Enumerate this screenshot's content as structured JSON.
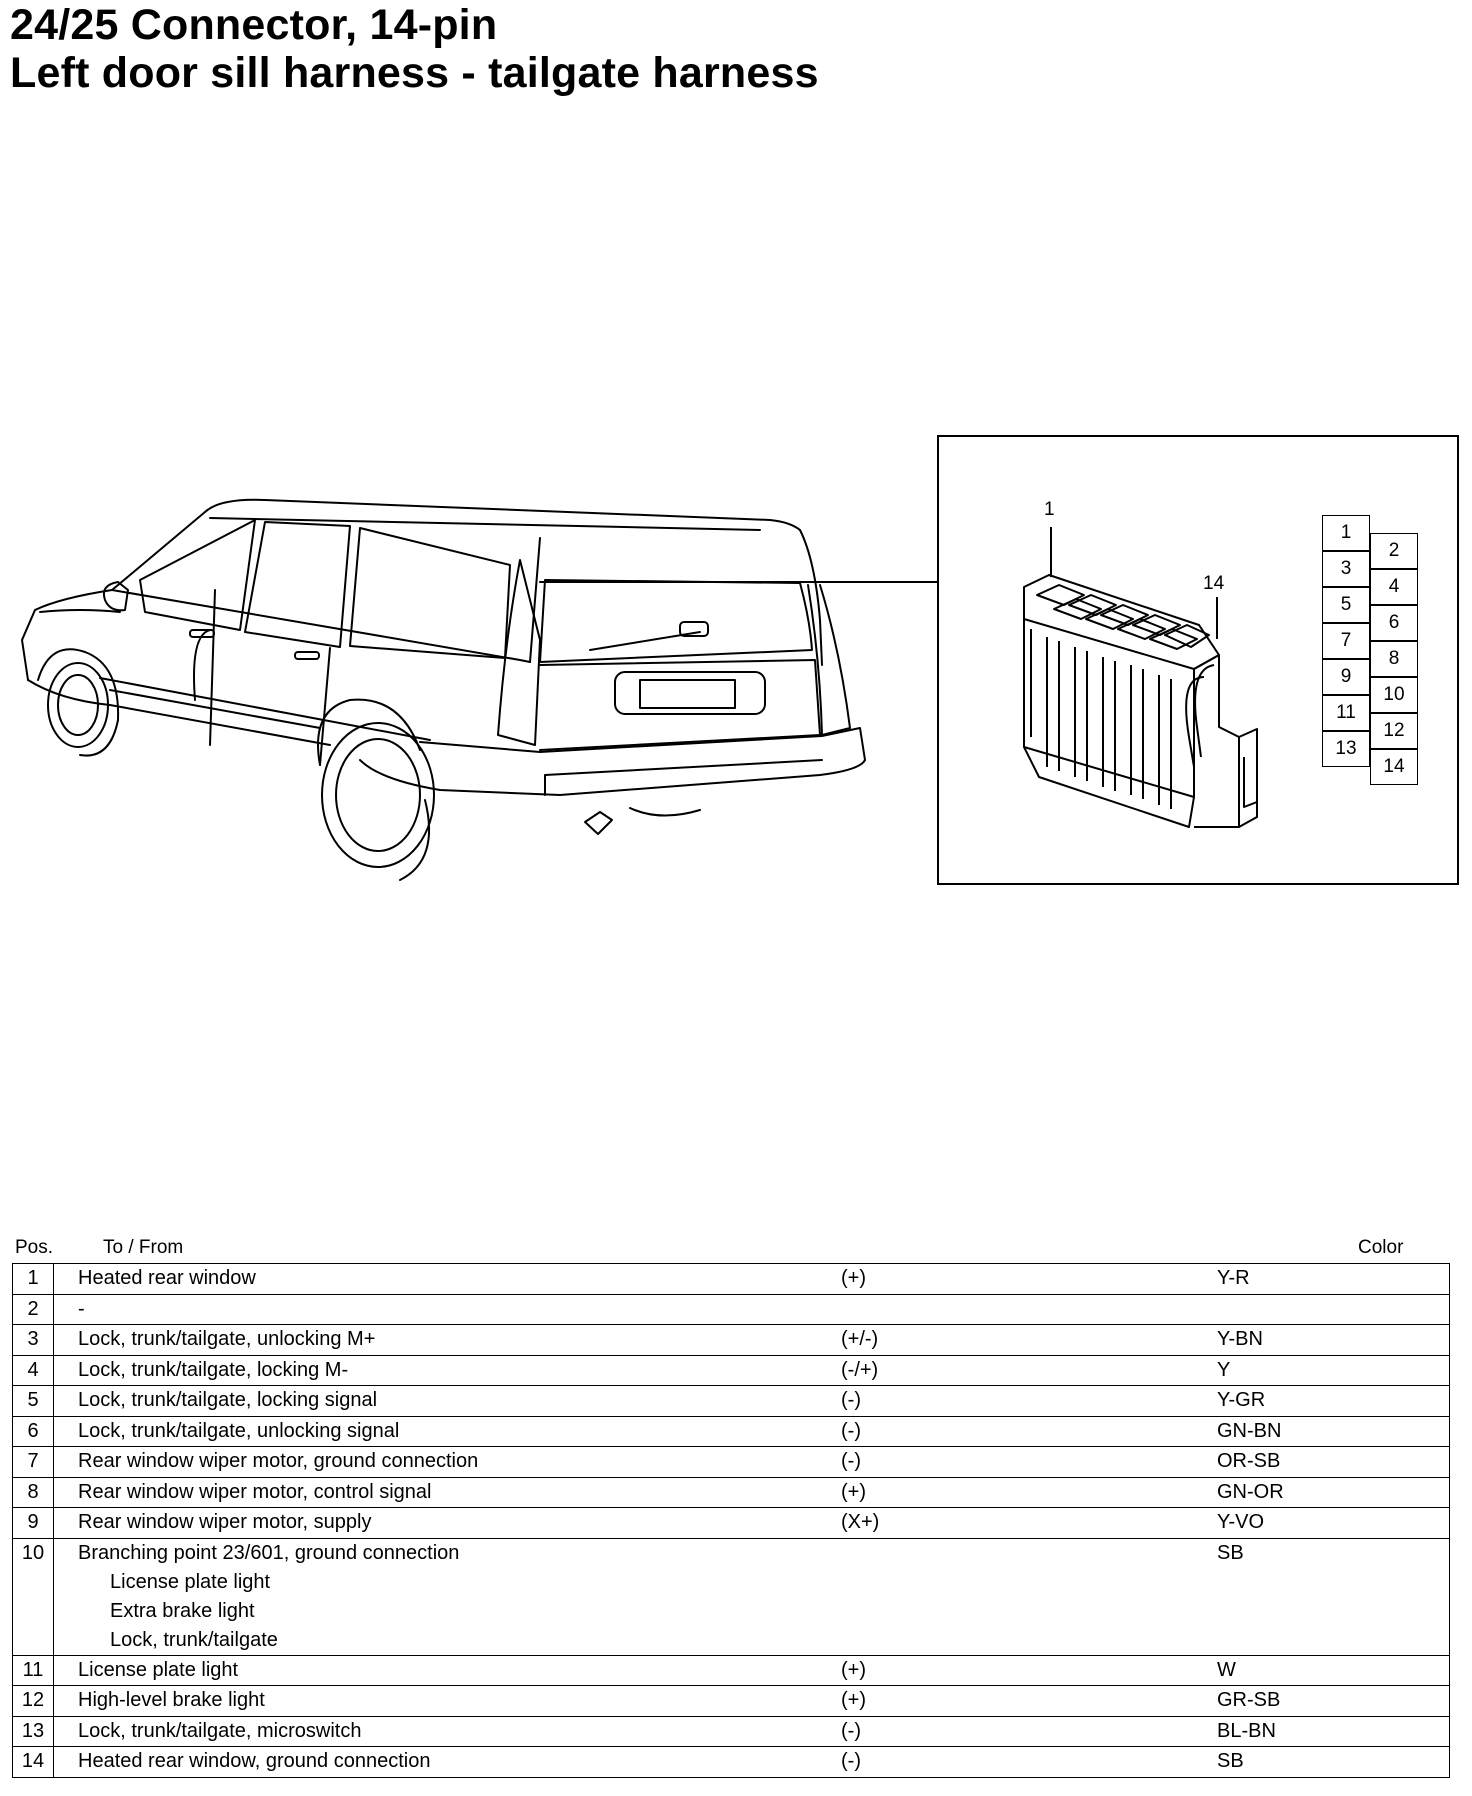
{
  "title": {
    "line1": "24/25 Connector, 14-pin",
    "line2": "Left door sill harness - tailgate harness"
  },
  "connector": {
    "pin_label_1": "1",
    "pin_label_14": "14",
    "grid_left": [
      "1",
      "3",
      "5",
      "7",
      "9",
      "11",
      "13"
    ],
    "grid_right": [
      "2",
      "4",
      "6",
      "8",
      "10",
      "12",
      "14"
    ]
  },
  "table": {
    "headers": {
      "pos": "Pos.",
      "to_from": "To / From",
      "color": "Color"
    },
    "rows": [
      {
        "pos": "1",
        "to_from": "Heated rear window",
        "polarity": "(+)",
        "color": "Y-R"
      },
      {
        "pos": "2",
        "to_from": "-",
        "polarity": "",
        "color": ""
      },
      {
        "pos": "3",
        "to_from": "Lock, trunk/tailgate, unlocking M+",
        "polarity": "(+/-)",
        "color": "Y-BN"
      },
      {
        "pos": "4",
        "to_from": "Lock, trunk/tailgate, locking M-",
        "polarity": "(-/+)",
        "color": "Y"
      },
      {
        "pos": "5",
        "to_from": "Lock, trunk/tailgate, locking signal",
        "polarity": "(-)",
        "color": "Y-GR"
      },
      {
        "pos": "6",
        "to_from": "Lock, trunk/tailgate, unlocking signal",
        "polarity": "(-)",
        "color": "GN-BN"
      },
      {
        "pos": "7",
        "to_from": "Rear window wiper motor, ground connection",
        "polarity": "(-)",
        "color": "OR-SB"
      },
      {
        "pos": "8",
        "to_from": "Rear window wiper motor, control signal",
        "polarity": "(+)",
        "color": "GN-OR"
      },
      {
        "pos": "9",
        "to_from": "Rear window wiper motor, supply",
        "polarity": "(X+)",
        "color": "Y-VO"
      },
      {
        "pos": "10",
        "to_from": "Branching point 23/601, ground connection",
        "polarity": "",
        "color": "SB",
        "sub": [
          "License plate light",
          "Extra brake light",
          "Lock, trunk/tailgate"
        ]
      },
      {
        "pos": "11",
        "to_from": "License plate light",
        "polarity": "(+)",
        "color": "W"
      },
      {
        "pos": "12",
        "to_from": "High-level brake light",
        "polarity": "(+)",
        "color": "GR-SB"
      },
      {
        "pos": "13",
        "to_from": "Lock, trunk/tailgate, microswitch",
        "polarity": "(-)",
        "color": "BL-BN"
      },
      {
        "pos": "14",
        "to_from": "Heated rear window, ground connection",
        "polarity": "(-)",
        "color": "SB"
      }
    ]
  }
}
